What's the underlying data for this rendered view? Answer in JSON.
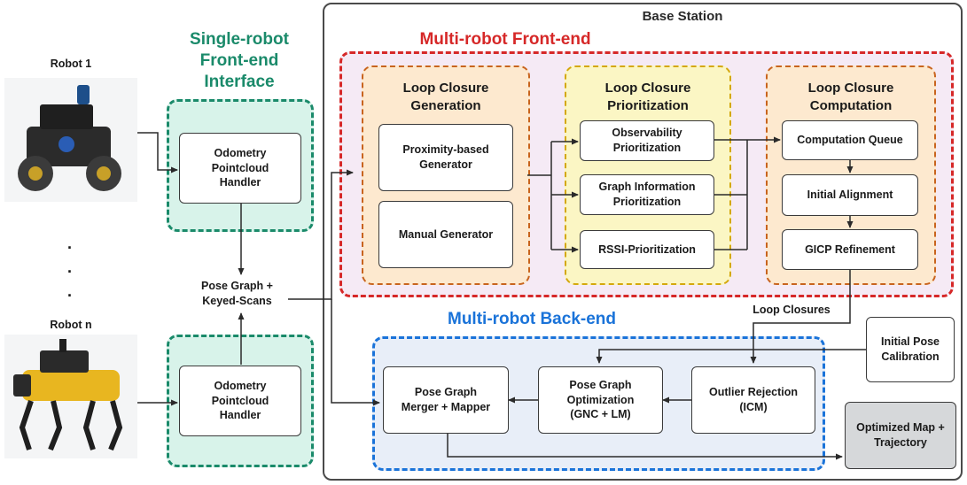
{
  "robots": {
    "robot1_label": "Robot 1",
    "robotn_label": "Robot n",
    "ellipsis": ".\n.\n."
  },
  "frontend_interface": {
    "title": "Single-robot\nFront-end\nInterface",
    "handler_top": "Odometry\nPointcloud\nHandler",
    "handler_bottom": "Odometry\nPointcloud\nHandler",
    "pose_graph_label": "Pose Graph +\nKeyed-Scans"
  },
  "base_station": {
    "title": "Base Station"
  },
  "front_end": {
    "title": "Multi-robot Front-end",
    "generation": {
      "title": "Loop Closure\nGeneration",
      "proximity": "Proximity-based\nGenerator",
      "manual": "Manual Generator"
    },
    "prioritization": {
      "title": "Loop Closure\nPrioritization",
      "observability": "Observability\nPrioritization",
      "graph_info": "Graph Information\nPrioritization",
      "rssi": "RSSI-Prioritization"
    },
    "computation": {
      "title": "Loop Closure\nComputation",
      "queue": "Computation Queue",
      "initial_alignment": "Initial Alignment",
      "gicp": "GICP Refinement"
    }
  },
  "loop_closures_label": "Loop Closures",
  "back_end": {
    "title": "Multi-robot Back-end",
    "merger": "Pose Graph\nMerger + Mapper",
    "optimization": "Pose Graph\nOptimization\n(GNC + LM)",
    "outlier": "Outlier Rejection\n(ICM)"
  },
  "initial_pose_calibration": "Initial Pose\nCalibration",
  "optimized_map": "Optimized Map +\nTrajectory",
  "colors": {
    "frontend_teal": "#1a8a6a",
    "frontend_red": "#d62828",
    "backend_blue": "#1a73d9",
    "orange_border": "#c8641e",
    "yellow_border": "#d4a80c"
  }
}
